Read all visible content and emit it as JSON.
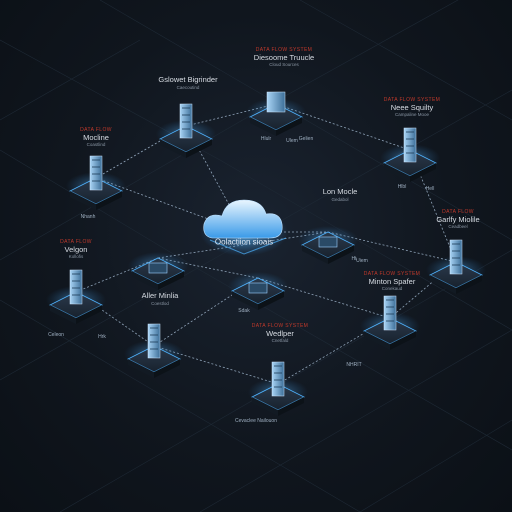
{
  "nodes": [
    {
      "id": "top",
      "name": "Diesoome Truucle",
      "tag": "DATA FLOW SYSTEM",
      "sub": "Cloud Sources"
    },
    {
      "id": "tl",
      "name": "Gslowet Bigrinder",
      "tag": "",
      "sub": "Caecoutind"
    },
    {
      "id": "l1",
      "name": "Mocline",
      "tag": "DATA FLOW",
      "sub": "Coastlind"
    },
    {
      "id": "tr",
      "name": "Neee Squilty",
      "tag": "DATA FLOW SYSTEM",
      "sub": "Campaline Mooe"
    },
    {
      "id": "center",
      "name": "Lon Mocle",
      "tag": "",
      "sub": "Gedabol"
    },
    {
      "id": "r1",
      "name": "Garlfy Miolile",
      "tag": "DATA FLOW",
      "sub": "Ceadbeel"
    },
    {
      "id": "l2",
      "name": "Velgon",
      "tag": "DATA FLOW",
      "sub": "Kollofis"
    },
    {
      "id": "m2",
      "name": "Aller Minlia",
      "tag": "",
      "sub": "Coestlod"
    },
    {
      "id": "r2",
      "name": "Minton Spafer",
      "tag": "DATA FLOW SYSTEM",
      "sub": "Conekaud"
    },
    {
      "id": "bot",
      "name": "Wedlper",
      "tag": "DATA FLOW SYSTEM",
      "sub": "Cnetfald"
    }
  ],
  "cloud": {
    "label": "Oolactiion sioais"
  },
  "platform_labels": [
    "Nhanh",
    "Hlulr",
    "Gelien",
    "Uiem",
    "NHRIT",
    "Ulem",
    "Hlbl",
    "Hell",
    "Hrk",
    "Sdak",
    "Ht",
    "Celeon"
  ],
  "footer": {
    "caption": "Cevaclee Nailouon"
  },
  "colors": {
    "accent": "#4fb3ff",
    "tag": "#c0392b",
    "background": "#10161e"
  }
}
